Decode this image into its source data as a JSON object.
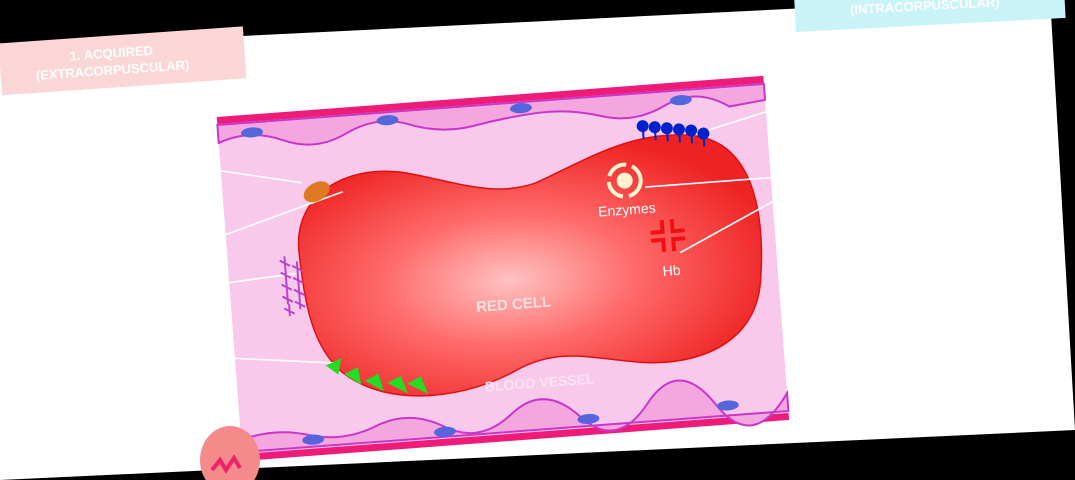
{
  "labels": {
    "acquired_line1": "1. ACQUIRED",
    "acquired_line2": "(EXTRACORPUSCULAR)",
    "intrinsic": "(INTRACORPUSCULAR)",
    "enzymes": "Enzymes",
    "hb": "Hb",
    "red_cell": "RED CELL",
    "blood_vessel": "BLOOD VESSEL"
  },
  "colors": {
    "background": "#000000",
    "slide": "#ffffff",
    "vessel_fill": "#f9c9ec",
    "vessel_wall": "#ee1b78",
    "membrane": "#c936c9",
    "endothelial_nucleus": "#5566dd",
    "red_cell_core": "#ff9a9a",
    "red_cell_edge": "#ee2222",
    "antibody": "#0022cc",
    "complement": "#bb44cc",
    "toxin": "#22dd22",
    "parasite": "#e07a22",
    "hb_symbol": "#ee1111",
    "acquired_tag": "#fbd6d6",
    "intrinsic_tag": "#c9f3f7"
  },
  "icons": [
    "enzymes-icon",
    "hemoglobin-icon",
    "antibody-icon",
    "complement-icon",
    "toxin-icon",
    "parasite-icon",
    "endothelial-nucleus-icon"
  ]
}
